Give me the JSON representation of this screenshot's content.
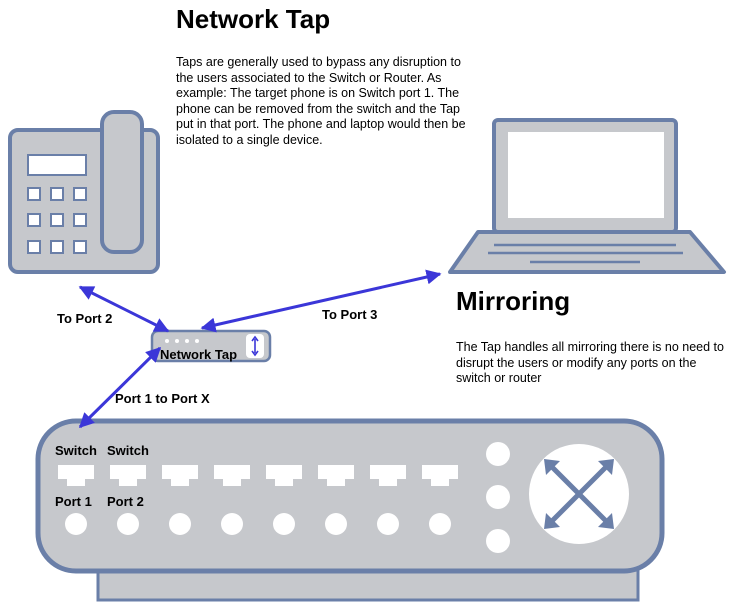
{
  "title": "Network Tap",
  "description": "Taps are generally used to bypass any disruption to the users associated to the Switch or Router.  As example: The target phone is on Switch port 1.  The phone can be removed from the switch and the Tap put in that port.  The phone and laptop would then be isolated to a single device.",
  "mirroring": {
    "title": "Mirroring",
    "text": "The Tap handles all mirroring there is no need to disrupt the users or modify any ports on the switch or router"
  },
  "labels": {
    "to_port_2": "To Port 2",
    "to_port_3": "To Port 3",
    "port1_to_portx": "Port 1 to Port X",
    "tap": "Network Tap",
    "switch_1": "Switch",
    "switch_2": "Switch",
    "port_1": "Port 1",
    "port_2": "Port 2"
  },
  "colors": {
    "device_fill": "#c6c8cc",
    "device_stroke": "#6a7fa8",
    "arrow": "#3b36d8",
    "white": "#ffffff"
  },
  "icons": {
    "phone": "desk-phone-icon",
    "laptop": "laptop-icon",
    "tap": "network-tap-icon",
    "switch": "switch-router-icon",
    "router_symbol": "router-cross-arrows-icon"
  }
}
